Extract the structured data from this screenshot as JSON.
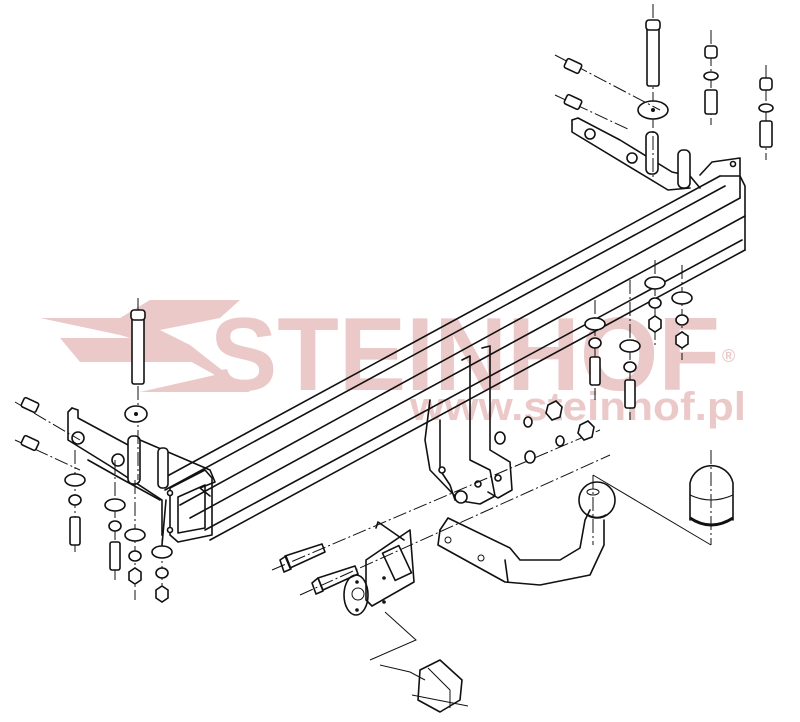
{
  "diagram": {
    "type": "exploded-assembly",
    "subject": "tow bar (towing hitch) with detachable ball and electrical socket",
    "components": [
      {
        "id": "crossbar",
        "label": "main crossbar beam"
      },
      {
        "id": "left-bracket",
        "label": "left mounting bracket"
      },
      {
        "id": "right-bracket",
        "label": "right mounting bracket"
      },
      {
        "id": "center-plates",
        "label": "center drop plates"
      },
      {
        "id": "tow-ball-neck",
        "label": "tow ball neck"
      },
      {
        "id": "ball-cap",
        "label": "tow ball cover cap"
      },
      {
        "id": "socket-plate",
        "label": "electrical socket plate"
      },
      {
        "id": "socket",
        "label": "electrical socket"
      },
      {
        "id": "bolts",
        "label": "bolts, washers and nuts"
      }
    ]
  },
  "watermark": {
    "brand": "STEINHOF",
    "registered": "®",
    "url": "www.steinhof.pl",
    "color": "#ebc9c9"
  },
  "colors": {
    "line": "#111111",
    "background": "#ffffff"
  }
}
